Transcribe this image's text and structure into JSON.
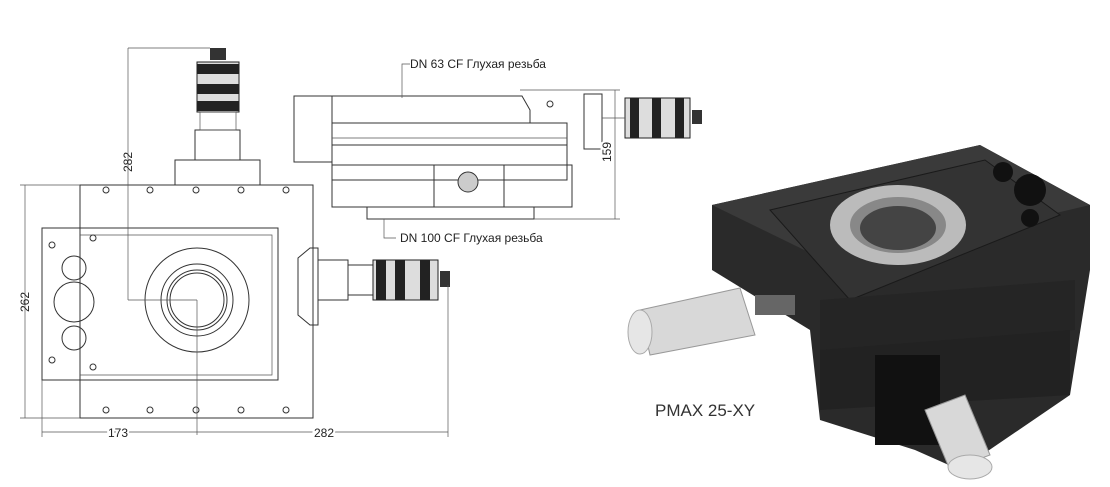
{
  "top_view": {
    "dim_height_total": "282",
    "dim_height_body": "262",
    "dim_width_left": "173",
    "dim_width_right": "282"
  },
  "side_view": {
    "top_flange_label": "DN 63 CF Глухая резьба",
    "bottom_flange_label": "DN 100 CF Глухая резьба",
    "dim_height": "159"
  },
  "product": {
    "name": "PMAX 25-XY"
  }
}
